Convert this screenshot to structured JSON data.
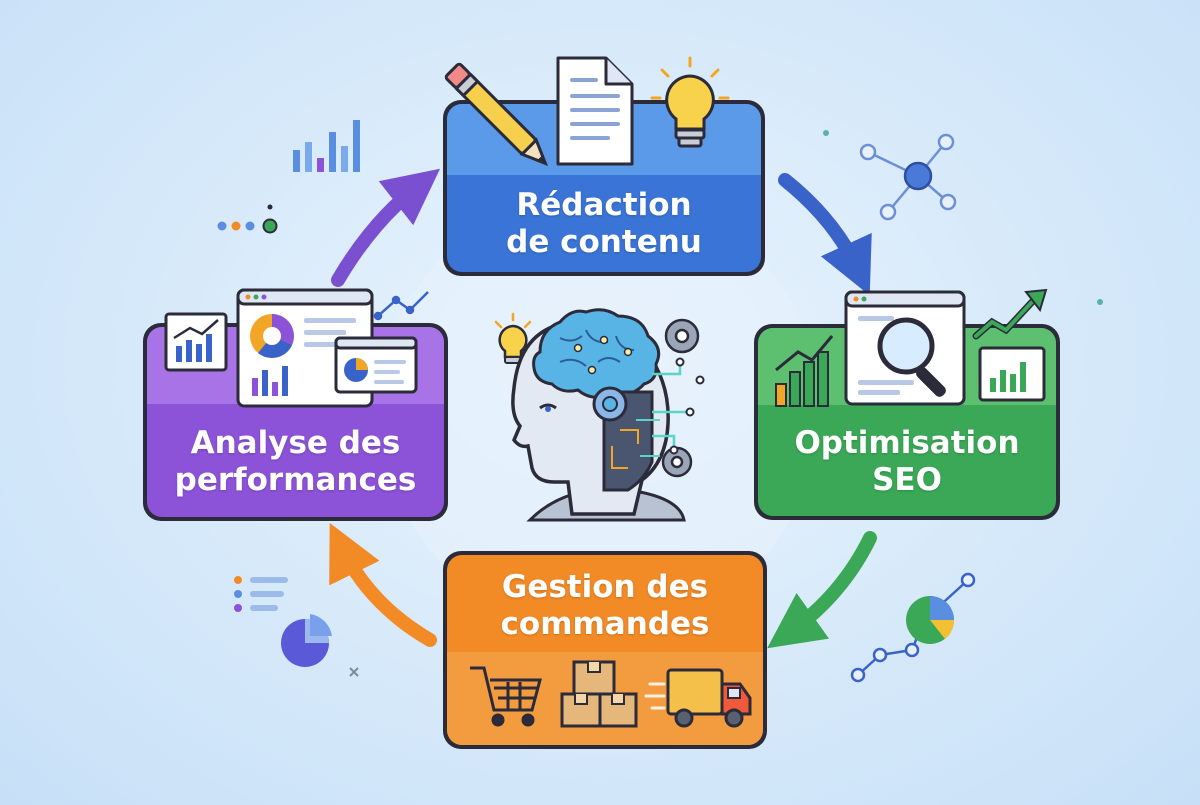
{
  "cycle": {
    "content": {
      "line1": "Rédaction",
      "line2": "de contenu",
      "color": "#3a74d6",
      "header_color": "#5b9ae8",
      "icons": [
        "pencil-icon",
        "document-icon",
        "lightbulb-icon"
      ]
    },
    "seo": {
      "line1": "Optimisation",
      "line2": "SEO",
      "color": "#3aa856",
      "header_color": "#5cc070",
      "icons": [
        "bar-chart-icon",
        "magnifier-icon",
        "trend-up-icon"
      ]
    },
    "orders": {
      "line1": "Gestion des",
      "line2": "commandes",
      "color": "#f28a26",
      "header_color": "#f39b3f",
      "icons": [
        "shopping-cart-icon",
        "boxes-icon",
        "delivery-truck-icon"
      ]
    },
    "analytics": {
      "line1": "Analyse des",
      "line2": "performances",
      "color": "#8c52d8",
      "header_color": "#a873e6",
      "icons": [
        "dashboard-icon",
        "pie-chart-icon",
        "line-chart-icon"
      ]
    }
  },
  "center": {
    "icon": "ai-robot-head-icon"
  },
  "arrows": {
    "content_to_seo": "#3a63c9",
    "seo_to_orders": "#3aa856",
    "orders_to_analytics": "#f28a26",
    "analytics_to_content": "#7a4fd0"
  }
}
